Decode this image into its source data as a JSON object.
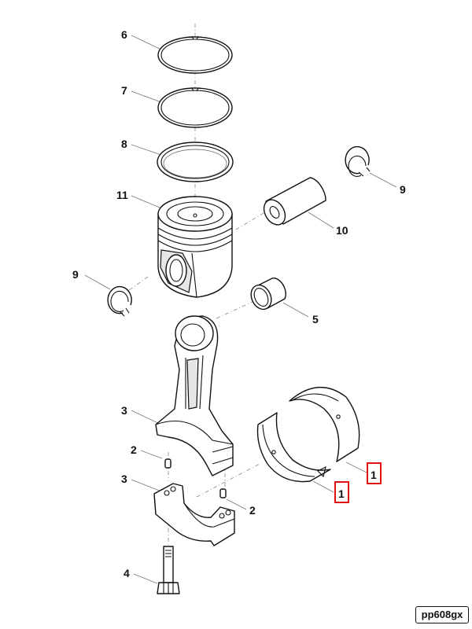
{
  "callouts": {
    "ring_top": "6",
    "ring_middle": "7",
    "ring_bottom": "8",
    "piston": "11",
    "circlip_right": "9",
    "piston_pin": "10",
    "circlip_left": "9",
    "pin_bushing": "5",
    "rod_body": "3",
    "dowel_upper": "2",
    "rod_cap": "3",
    "dowel_lower": "2",
    "bolt": "4",
    "bearing_shell_outer": "1",
    "bearing_shell_inner": "1"
  },
  "reference_code": "pp608gx",
  "colors": {
    "highlight": "#e01010",
    "line": "#111111"
  }
}
